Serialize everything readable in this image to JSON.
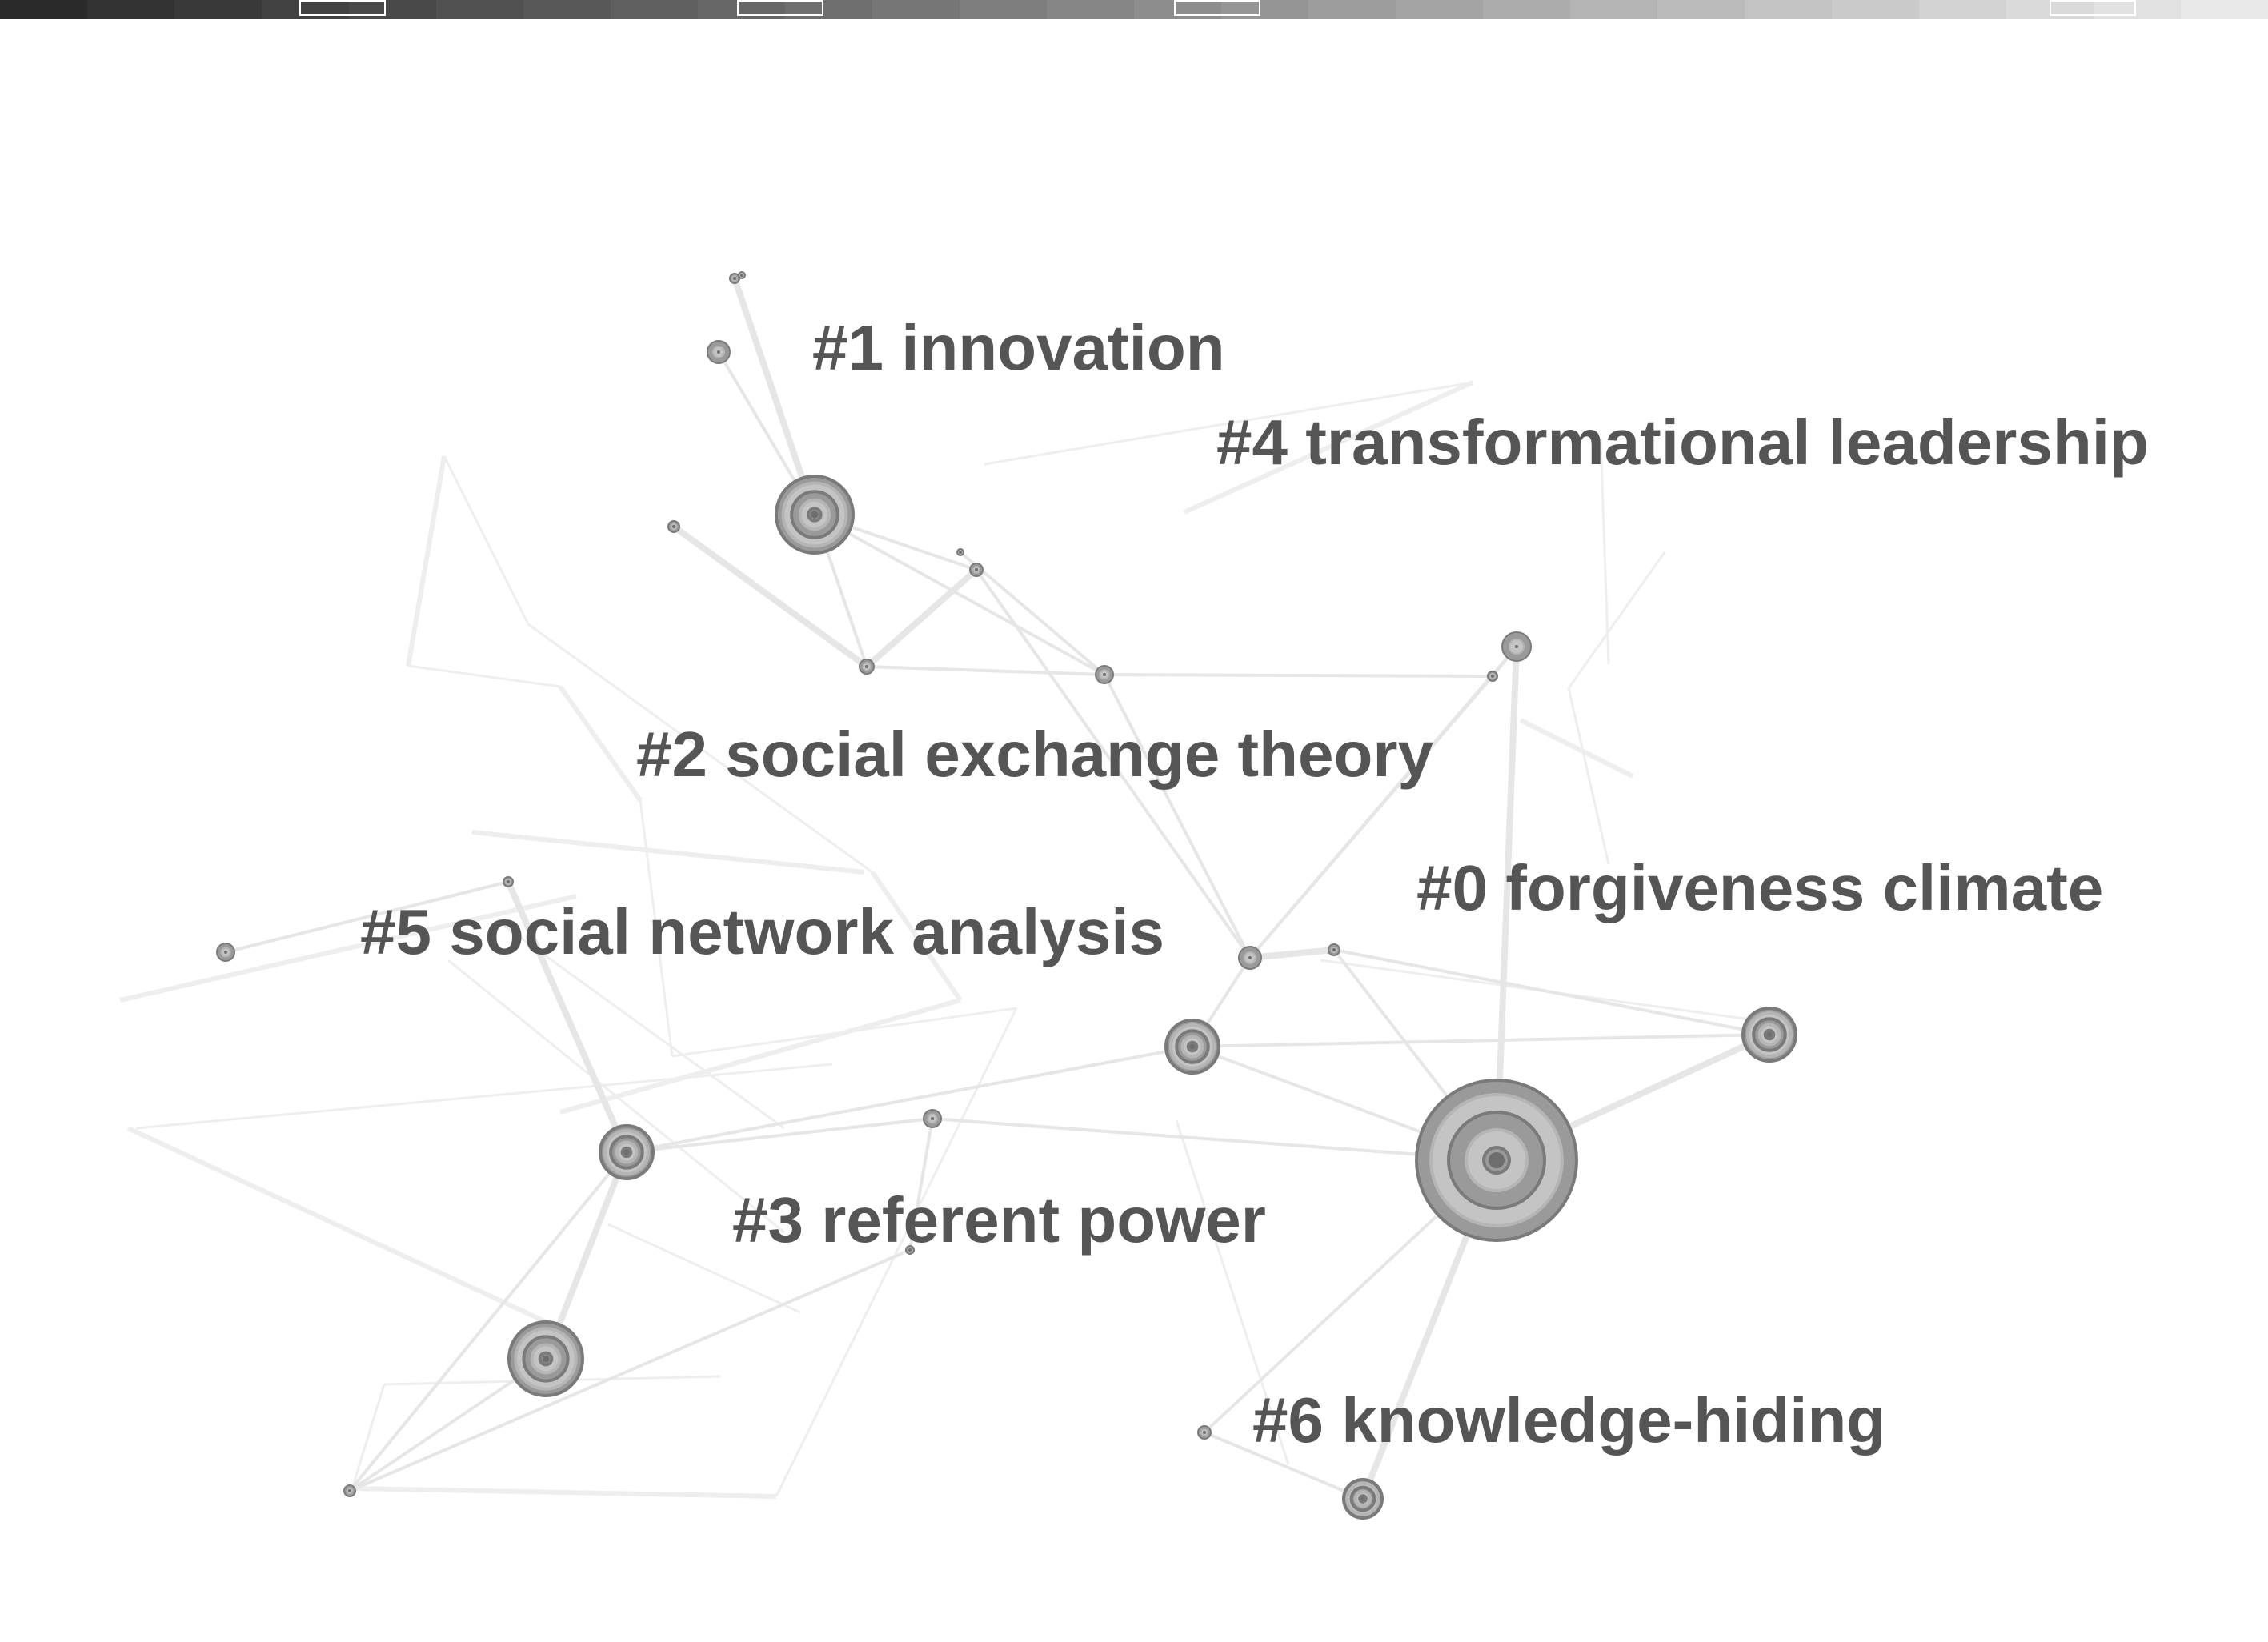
{
  "clusters": [
    {
      "id": "c1",
      "label": "#1 innovation"
    },
    {
      "id": "c4",
      "label": "#4 transformational leadership"
    },
    {
      "id": "c2",
      "label": "#2 social exchange theory"
    },
    {
      "id": "c0",
      "label": "#0 forgiveness climate"
    },
    {
      "id": "c5",
      "label": "#5 social network analysis"
    },
    {
      "id": "c3",
      "label": "#3 referent power"
    },
    {
      "id": "c6",
      "label": "#6 knowledge-hiding"
    }
  ],
  "colors": {
    "label": "#555555",
    "edge": "#e6e6e6",
    "node_ring_dark": "#7a7a7a",
    "node_ring_light": "#b5b5b5",
    "timebar_start": "#2a2a2a",
    "timebar_end": "#e9e9e9"
  }
}
